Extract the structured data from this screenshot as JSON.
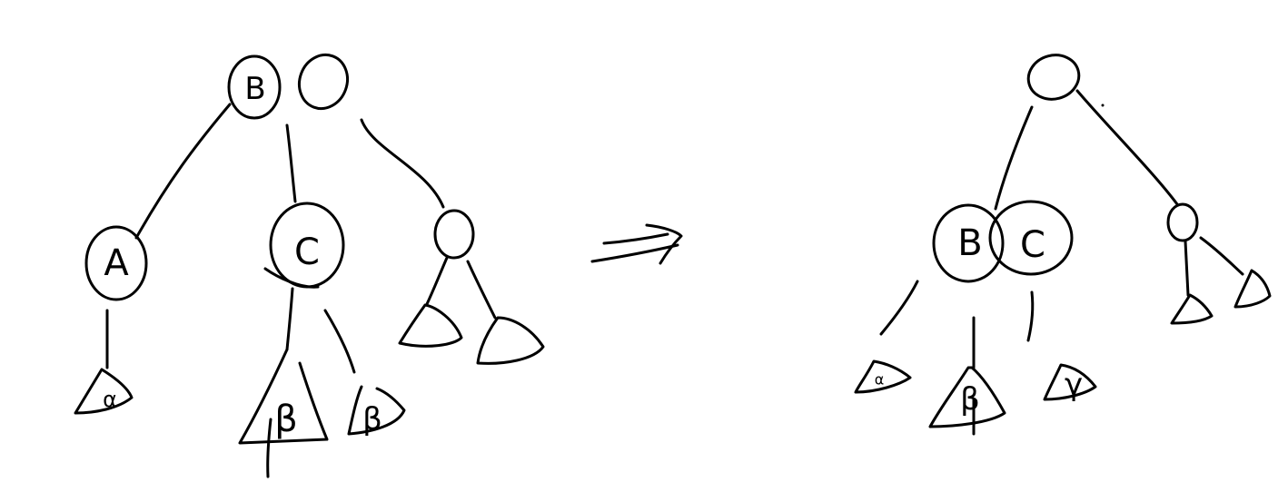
{
  "colors": {
    "background": "#ffffff",
    "ink": "#000000"
  },
  "before_tree": {
    "root_keys": [
      "B",
      ""
    ],
    "children": [
      {
        "key": "A",
        "subtrees": [
          "α"
        ]
      },
      {
        "key": "C",
        "subtrees": [
          "β",
          "β"
        ]
      },
      {
        "key": "",
        "subtrees": [
          "",
          ""
        ]
      }
    ]
  },
  "transform_arrow": "⟹",
  "after_tree": {
    "root_keys": [
      ""
    ],
    "children": [
      {
        "keys": [
          "B",
          "C"
        ],
        "subtrees": [
          "α",
          "β",
          "γ"
        ]
      },
      {
        "key": "",
        "subtrees": [
          "",
          ""
        ]
      }
    ]
  }
}
